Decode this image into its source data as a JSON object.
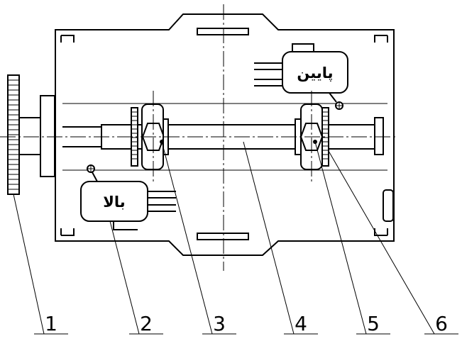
{
  "switches": {
    "upper_label": "پایین",
    "lower_label": "بالا"
  },
  "callouts": [
    {
      "label": "1"
    },
    {
      "label": "2"
    },
    {
      "label": "3"
    },
    {
      "label": "4"
    },
    {
      "label": "5"
    },
    {
      "label": "6"
    }
  ]
}
